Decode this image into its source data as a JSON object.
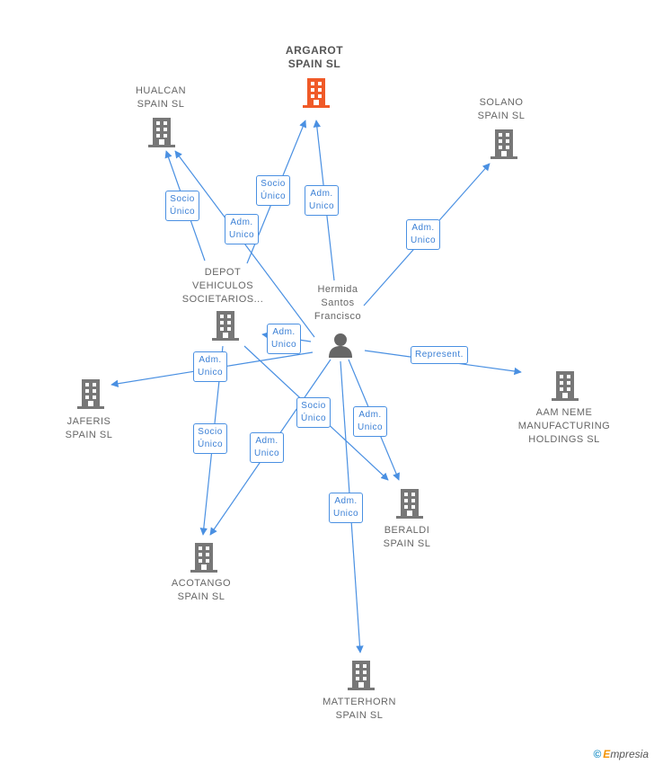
{
  "nodes": {
    "argarot": {
      "label": "ARGAROT\nSPAIN SL"
    },
    "hualcan": {
      "label": "HUALCAN\nSPAIN SL"
    },
    "solano": {
      "label": "SOLANO\nSPAIN SL"
    },
    "depot": {
      "label": "DEPOT\nVEHICULOS\nSOCIETARIOS..."
    },
    "hermida": {
      "label": "Hermida\nSantos\nFrancisco"
    },
    "jaferis": {
      "label": "JAFERIS\nSPAIN SL"
    },
    "aam": {
      "label": "AAM NEME\nMANUFACTURING\nHOLDINGS SL"
    },
    "beraldi": {
      "label": "BERALDI\nSPAIN SL"
    },
    "acotango": {
      "label": "ACOTANGO\nSPAIN SL"
    },
    "matterhorn": {
      "label": "MATTERHORN\nSPAIN SL"
    }
  },
  "edge_labels": {
    "socio_hualcan": "Socio\nÚnico",
    "adm_hualcan": "Adm.\nUnico",
    "socio_argarot": "Socio\nÚnico",
    "adm_argarot": "Adm.\nUnico",
    "adm_solano": "Adm.\nUnico",
    "adm_depot": "Adm.\nUnico",
    "adm_jaferis": "Adm.\nUnico",
    "represent_aam": "Represent.",
    "socio_beraldi": "Socio\nÚnico",
    "adm_beraldi": "Adm.\nUnico",
    "socio_acotango": "Socio\nÚnico",
    "adm_acotango": "Adm.\nUnico",
    "adm_matterhorn": "Adm.\nUnico"
  },
  "colors": {
    "edge": "#4a90e2",
    "building": "#777777",
    "building_main": "#f05a28",
    "person": "#666666"
  },
  "footer": {
    "copyright": "©",
    "brand_first": "E",
    "brand_rest": "mpresia"
  }
}
